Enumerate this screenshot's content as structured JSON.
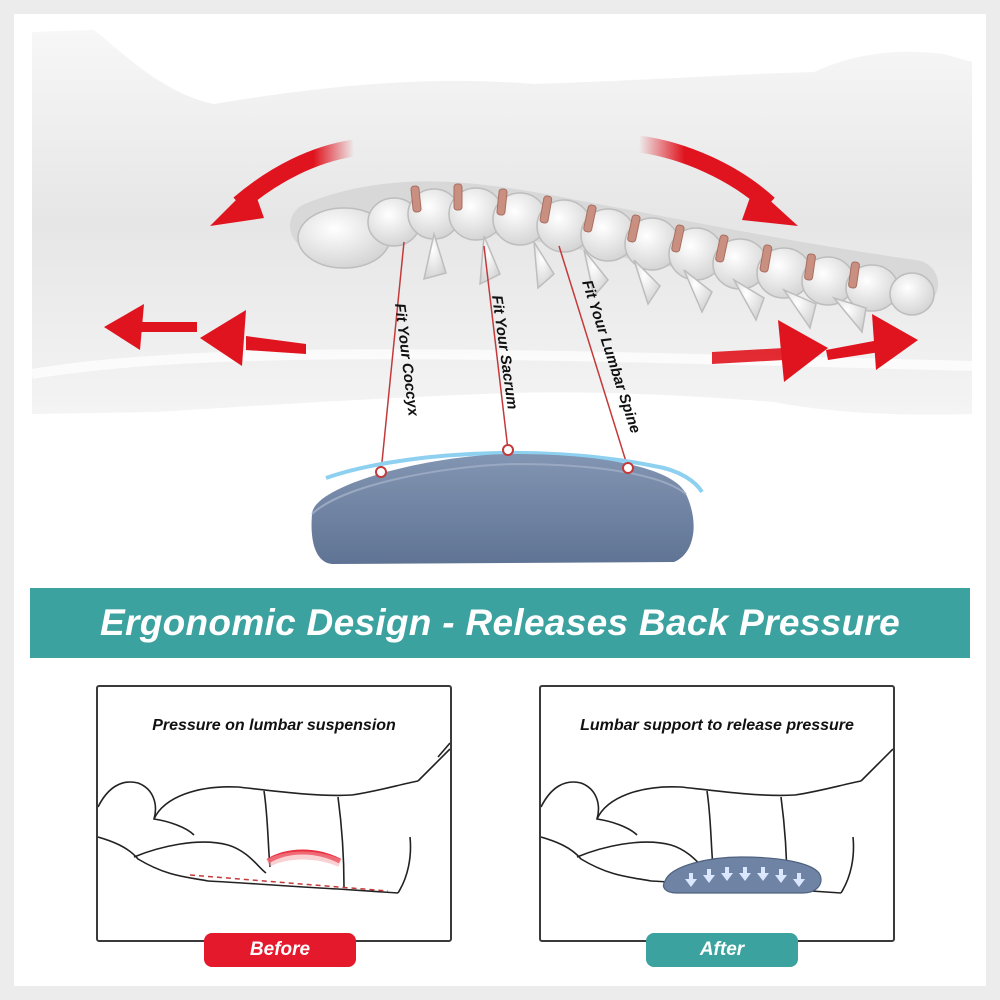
{
  "hero": {
    "callouts": {
      "coccyx": "Fit Your Coccyx",
      "sacrum": "Fit Your Sacrum",
      "lumbar": "Fit Your Lumbar Spine"
    }
  },
  "banner": {
    "title": "Ergonomic Design - Releases Back Pressure",
    "color": "#3ba29f"
  },
  "before": {
    "caption": "Pressure on lumbar suspension",
    "label": "Before",
    "color": "#e5192c"
  },
  "after": {
    "caption": "Lumbar support to release pressure",
    "label": "After",
    "color": "#3ba29f"
  },
  "colors": {
    "arrow": "#e0141e",
    "pillow": "#6f84a4"
  },
  "icons": [
    "spine-illustration",
    "curved-arrow-left-icon",
    "curved-arrow-right-icon",
    "arrow-left-icon",
    "arrow-right-icon",
    "pillow-image",
    "body-outline"
  ]
}
